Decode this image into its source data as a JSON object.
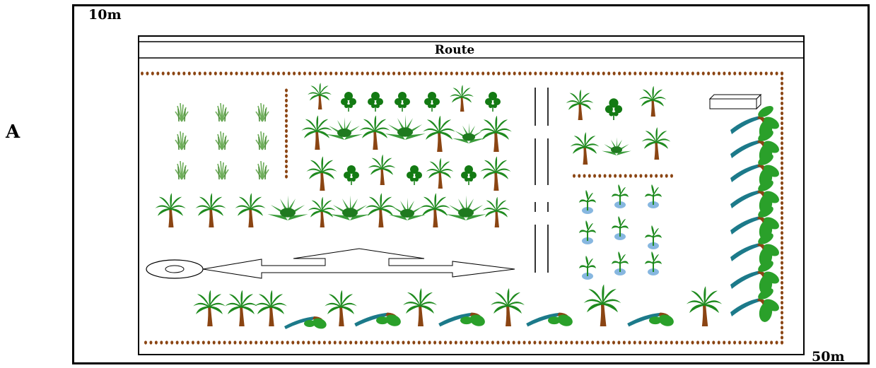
{
  "panel_letter": "A",
  "width_label": "10m",
  "length_label": "50m",
  "route_label": "Route",
  "colors": {
    "frame": "#000000",
    "hedge_dots": "#8b4513",
    "trunk": "#8b4513",
    "foliage": "#1e8a1e",
    "fern_foliage": "#2f9c2f",
    "grass": "#6fae5b",
    "water_root": "#87b7e0",
    "fallen_trunk_teal": "#1c7a8a",
    "banana_leaf": "#2aa02a"
  },
  "icons": [
    "palm-tree-icon",
    "grass-clump-icon",
    "clover-plant-icon",
    "fern-bush-icon",
    "aquatic-plant-icon",
    "leaning-palm-icon",
    "well-icon",
    "double-arrow-icon",
    "storage-box-icon"
  ]
}
